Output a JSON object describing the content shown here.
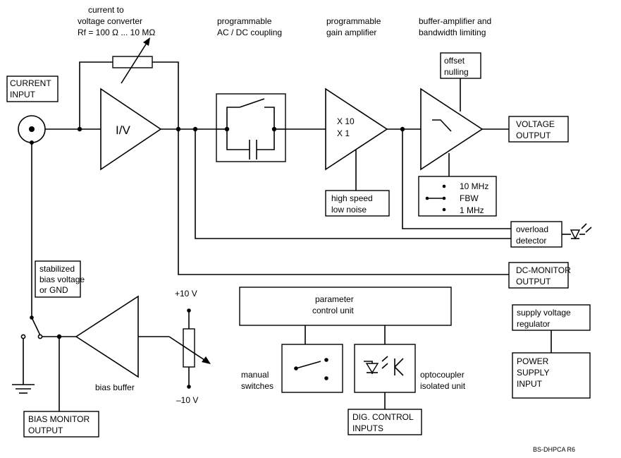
{
  "labels": {
    "iv_top_line1": "current to",
    "iv_top_line2": "voltage converter",
    "iv_top_line3": "Rf = 100 Ω ... 10 MΩ",
    "coupling_line1": "programmable",
    "coupling_line2": "AC / DC coupling",
    "gain_line1": "programmable",
    "gain_line2": "gain amplifier",
    "buffer_line1": "buffer-amplifier and",
    "buffer_line2": "bandwidth limiting",
    "current_input_line1": "CURRENT",
    "current_input_line2": "INPUT",
    "iv": "I/V",
    "gain_x10": "X 10",
    "gain_x1": "X 1",
    "high_speed": "high speed",
    "low_noise": "low noise",
    "offset": "offset",
    "nulling": "nulling",
    "bw_10mhz": "10 MHz",
    "bw_fbw": "FBW",
    "bw_1mhz": "1 MHz",
    "voltage_output_line1": "VOLTAGE",
    "voltage_output_line2": "OUTPUT",
    "overload_line1": "overload",
    "overload_line2": "detector",
    "dcmon_line1": "DC-MONITOR",
    "dcmon_line2": "OUTPUT",
    "bias_note_line1": "stabilized",
    "bias_note_line2": "bias voltage",
    "bias_note_line3": "or GND",
    "plus10v": "+10 V",
    "minus10v": "–10 V",
    "bias_buffer": "bias buffer",
    "bias_monitor_line1": "BIAS MONITOR",
    "bias_monitor_line2": "OUTPUT",
    "param_line1": "parameter",
    "param_line2": "control unit",
    "manual_line1": "manual",
    "manual_line2": "switches",
    "opto_line1": "optocoupler",
    "opto_line2": "isolated unit",
    "dig_line1": "DIG. CONTROL",
    "dig_line2": "INPUTS",
    "supply_line1": "supply voltage",
    "supply_line2": "regulator",
    "power_line1": "POWER",
    "power_line2": "SUPPLY",
    "power_line3": "INPUT",
    "ref": "BS-DHPCA  R6"
  }
}
